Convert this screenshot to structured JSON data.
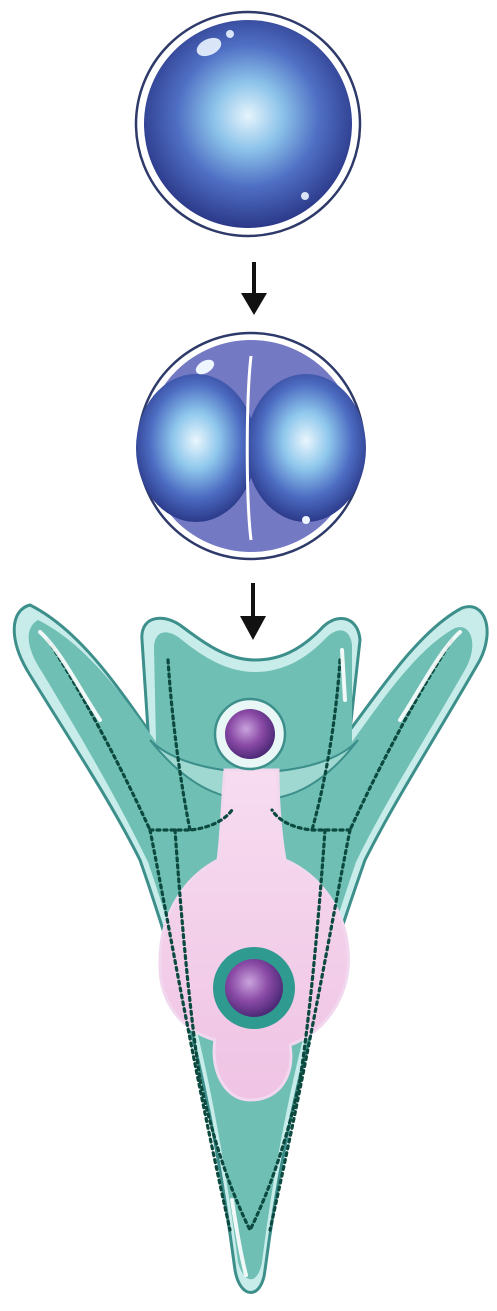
{
  "diagram": {
    "stages": [
      {
        "id": "zygote",
        "label": ""
      },
      {
        "id": "two-cell",
        "label": ""
      },
      {
        "id": "pluteus-larva",
        "label": ""
      }
    ],
    "arrows": [
      {
        "from": "zygote",
        "to": "two-cell"
      },
      {
        "from": "two-cell",
        "to": "pluteus-larva"
      }
    ]
  },
  "colors": {
    "cell_dark": "#2d3a8c",
    "cell_mid": "#4f6fc4",
    "cell_light": "#d8ecfa",
    "larva_body": "#6fbfb4",
    "larva_outline": "#3c8f8a",
    "larva_rim": "#c7ecea",
    "larva_skeleton": "#0c4a40",
    "gut": "#f5d2ec",
    "nucleus": "#8a4aa6",
    "arrow": "#111111"
  }
}
